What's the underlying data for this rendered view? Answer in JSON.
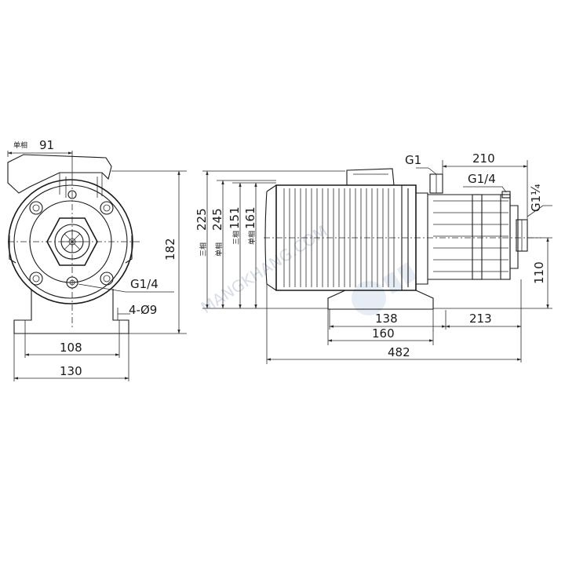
{
  "watermark": {
    "text": "MANGKHANG.COM"
  },
  "front_view": {
    "label_single_phase": "单相",
    "dim_top": "91",
    "dim_height": "182",
    "port_label": "G1/4",
    "holes_label": "4-Ø9",
    "dim_base_inner": "108",
    "dim_base_outer": "130"
  },
  "side_view": {
    "label_three_phase": "三相",
    "label_single_phase": "单相",
    "dim_height_three_phase": "225",
    "dim_height_single_phase": "245",
    "dim_body_three_phase": "151",
    "dim_body_single_phase": "161",
    "inlet_label": "G1",
    "port_label": "G1/4",
    "outlet_label": "G1¼",
    "dim_head_length": "210",
    "dim_outlet_height": "110",
    "dim_base_left": "138",
    "dim_pump_length": "213",
    "dim_base_total": "160",
    "dim_overall": "482"
  }
}
